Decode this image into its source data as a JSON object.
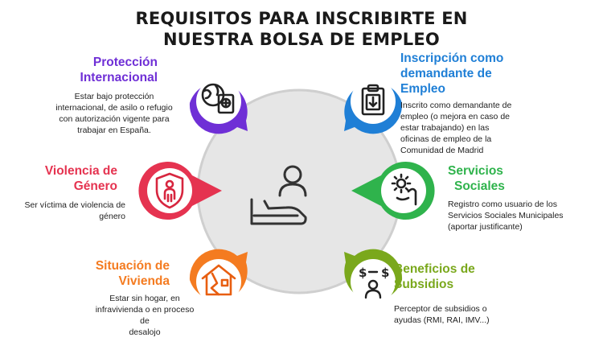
{
  "title": {
    "line1": "REQUISITOS PARA INSCRIBIRTE EN",
    "line2": "NUESTRA BOLSA DE EMPLEO"
  },
  "colors": {
    "proteccion": "#6f2fd6",
    "violencia": "#e53350",
    "vivienda": "#f47b20",
    "inscripcion": "#1f7fd6",
    "servicios": "#2fb34c",
    "beneficios": "#7aa81c",
    "hub": "#d6d6d6"
  },
  "items": {
    "proteccion": {
      "heading_line1": "Protección",
      "heading_line2": "Internacional",
      "desc_line1": "Estar bajo protección",
      "desc_line2": "internacional, de asilo o refugio",
      "desc_line3": "con autorización vigente para",
      "desc_line4": "trabajar en España.",
      "icon": "globe-passport-icon"
    },
    "violencia": {
      "heading_line1": "Violencia de",
      "heading_line2": "Género",
      "desc_line1": "Ser víctima de violencia de",
      "desc_line2": "género",
      "icon": "shield-person-icon"
    },
    "vivienda": {
      "heading_line1": "Situación de",
      "heading_line2": "Vivienda",
      "desc_line1": "Estar sin hogar, en",
      "desc_line2": "infravivienda o en proceso de",
      "desc_line3": "desalojo",
      "icon": "broken-house-icon"
    },
    "inscripcion": {
      "heading_line1": "Inscripción como",
      "heading_line2": "demandante de",
      "heading_line3": "Empleo",
      "desc_line1": "Inscrito como demandante de",
      "desc_line2": "empleo (o mejora en caso de",
      "desc_line3": "estar trabajando) en las",
      "desc_line4": "oficinas de empleo de la",
      "desc_line5": "Comunidad de Madrid",
      "icon": "clipboard-download-icon"
    },
    "servicios": {
      "heading_line1": "Servicios",
      "heading_line2": "Sociales",
      "desc_line1": "Registro como usuario de los",
      "desc_line2": "Servicios Sociales Municipales",
      "desc_line3": "(aportar justificante)",
      "icon": "hand-gear-icon"
    },
    "beneficios": {
      "heading_line1": "Beneficios de",
      "heading_line2": "Subsidios",
      "desc_line1": "Perceptor de subsidios o",
      "desc_line2": "ayudas (RMI, RAI, IMV...)",
      "icon": "person-money-icon"
    }
  },
  "hub": {
    "icon": "person-hand-icon"
  }
}
